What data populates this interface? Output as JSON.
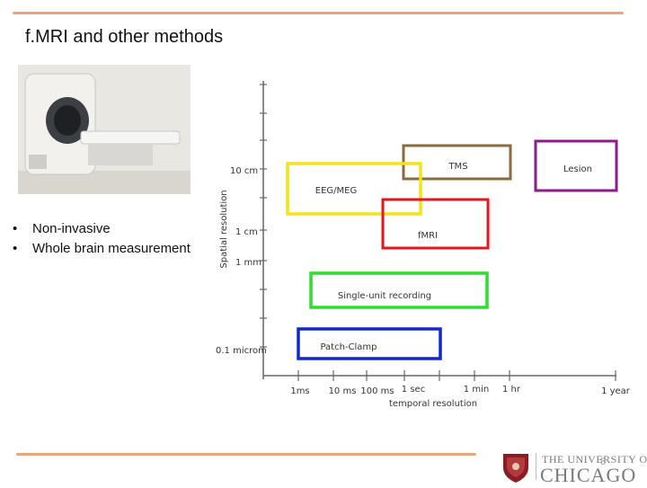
{
  "slide": {
    "title": "f.MRI and other methods",
    "page_number": "8",
    "bullets": [
      "Non-invasive",
      "Whole brain measurement"
    ],
    "image": {
      "description": "MRI scanner"
    }
  },
  "logo": {
    "line1": "THE UNIVERSITY OF",
    "line2": "CHICAGO"
  },
  "diagram": {
    "y_axis_label": "Spatial resolution",
    "x_axis_label": "temporal resolution",
    "y_ticks": [
      "10 cm",
      "1 cm",
      "1 mm",
      "0.1 microm"
    ],
    "x_ticks": [
      "1ms",
      "10 ms",
      "100 ms",
      "1 sec",
      "1 min",
      "1 hr",
      "1 year"
    ],
    "methods": [
      {
        "name": "TMS",
        "color": "#8b6a3e"
      },
      {
        "name": "Lesion",
        "color": "#8e1a8c"
      },
      {
        "name": "EEG/MEG",
        "color": "#f2e31a"
      },
      {
        "name": "fMRI",
        "color": "#e8141e"
      },
      {
        "name": "Single-unit recording",
        "color": "#2ede2e"
      },
      {
        "name": "Patch-Clamp",
        "color": "#1428c8"
      }
    ]
  }
}
